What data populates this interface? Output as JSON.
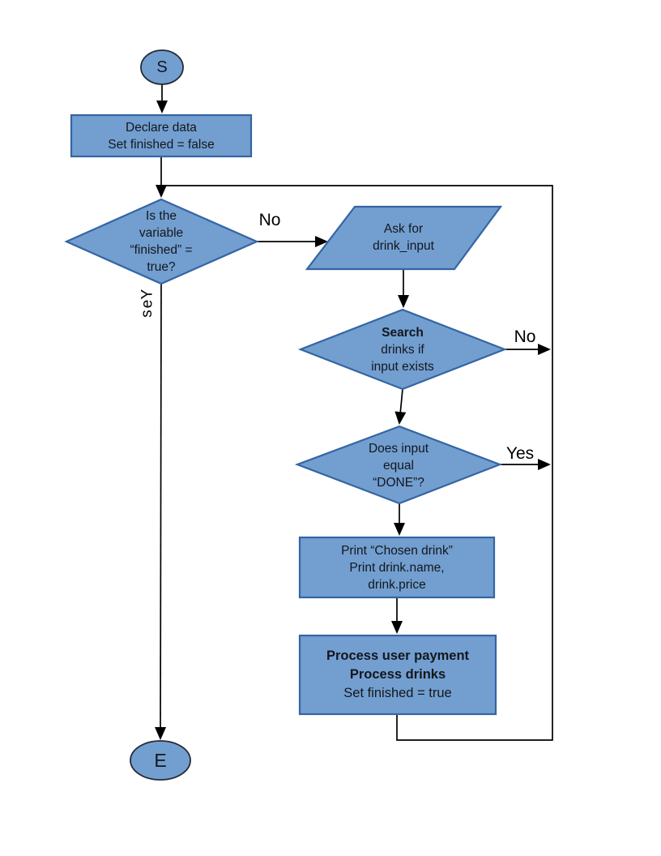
{
  "diagram": {
    "title": "drink order flowchart",
    "nodes": {
      "start": {
        "label": "S"
      },
      "declare": {
        "lines": [
          "Declare data",
          "Set finished = false"
        ]
      },
      "finished_check": {
        "lines": [
          "Is the",
          "variable",
          "“finished” =",
          "true?"
        ]
      },
      "ask_input": {
        "lines": [
          "Ask for",
          "drink_input"
        ]
      },
      "search": {
        "lines": [
          "Search",
          "drinks if",
          "input exists"
        ]
      },
      "done_check": {
        "lines": [
          "Does input",
          "equal",
          "“DONE”?"
        ]
      },
      "print": {
        "lines": [
          "Print “Chosen drink”",
          "Print drink.name,",
          "drink.price"
        ]
      },
      "process": {
        "lines": [
          "Process user payment",
          "Process drinks",
          "Set finished = true"
        ]
      },
      "end": {
        "label": "E"
      }
    },
    "edge_labels": {
      "no_finished": "No",
      "yes_finished_chars": [
        "Y",
        "e",
        "s"
      ],
      "no_search": "No",
      "yes_done": "Yes"
    },
    "colors": {
      "shape_fill": "#729fcf",
      "shape_border": "#3465a4",
      "terminal_border": "#252b36",
      "connector": "#000000",
      "text": "#14161f",
      "page_background": "#ffffff"
    }
  }
}
